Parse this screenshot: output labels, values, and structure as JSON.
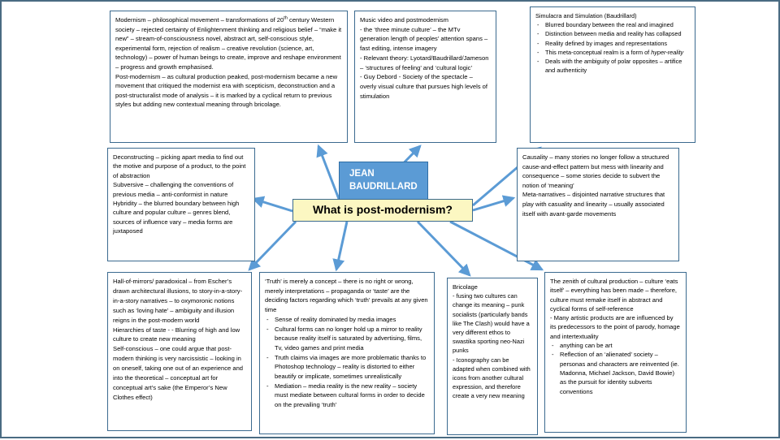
{
  "diagram": {
    "center": {
      "person_label_line1": "JEAN",
      "person_label_line2": "BAUDRILLARD",
      "question": "What is post-modernism?",
      "accent_blue": "#5B9BD5",
      "accent_yellow": "#FCF7C2",
      "border_blue": "#3b6a8f"
    },
    "nodes": {
      "modernism": {
        "name": "modernism-note",
        "paragraphs": [
          "Modernism – philosophical movement – transformations of 20th century Western society – rejected certainty of Enlightenment thinking and religious belief – “make it new” – stream-of-consciousness novel, abstract art, self-conscious style, experimental form, rejection of realism – creative revolution (science, art, technology) – power of human beings to create, improve and reshape environment – progress and growth emphasised.",
          "Post-modernism – as cultural production peaked, post-modernism became a new movement that critiqued the modernist era with scepticism, deconstruction and a post-structuralist mode of analysis – it is marked by a cyclical return to previous styles but adding new contextual meaning through bricolage."
        ]
      },
      "music_video": {
        "name": "music-video-note",
        "paragraphs": [
          "Music video and postmodernism",
          "- the ‘three minute culture’ – the MTv generation length of peoples’ attention spans – fast editing, intense imagery",
          "- Relevant theory: Lyotard/Baudrillard/Jameson – ‘structures of feeling’ and ‘cultural logic’",
          "- Guy Debord - Society of the spectacle – overly visual culture that pursues high levels of stimulation"
        ]
      },
      "simulacra": {
        "name": "simulacra-note",
        "title": "Simulacra and Simulation (Baudrillard)",
        "bullets": [
          "Blurred boundary between the real and imagined",
          "Distinction between media and reality has collapsed",
          "Reality defined by images and representations",
          "This meta-conceptual realm is a form of hyper-reality",
          "Deals with the ambiguity of polar opposites – artifice and authenticity"
        ],
        "italic_term": "hyper-reality"
      },
      "deconstructing": {
        "name": "deconstructing-note",
        "paragraphs": [
          "Deconstructing – picking apart media to find out the motive and purpose of a product, to the point of abstraction",
          "Subversive – challenging the conventions of previous media – anti-conformist in nature",
          "Hybridity – the blurred boundary between high culture and popular culture – genres blend, sources of influence vary – media forms are juxtaposed"
        ]
      },
      "causality": {
        "name": "causality-note",
        "paragraphs": [
          "Causality – many stories no longer follow a structured cause-and-effect pattern but mess with linearity and consequence – some stories decide to subvert the notion of ‘meaning’",
          "Meta-narratives – disjointed narrative structures that play with casuality and linearity – usually associated itself with avant-garde movements"
        ]
      },
      "hall_of_mirrors": {
        "name": "hall-of-mirrors-note",
        "paragraphs": [
          "Hall-of-mirrors/ paradoxical – from Escher’s drawn architectural illusions, to story-in-a-story-in-a-story narratives – to oxymoronic notions such as ‘loving hate’ – ambiguity and illusion reigns in the post-modern world",
          "Hierarchies of taste - - Blurring of high and low culture to create new meaning",
          "Self-conscious – one could argue that post-modern thinking is very narcissistic – looking in on oneself, taking one out of an experience and into the theoretical – conceptual art for conceptual art’s sake (the Emperor’s New Clothes effect)"
        ]
      },
      "truth": {
        "name": "truth-note",
        "intro": "‘Truth’ is merely a concept – there is no right or wrong, merely interpretations – propaganda or ‘taste’ are the deciding factors regarding which ‘truth’ prevails at any given time",
        "bullets": [
          "Sense of reality dominated by media images",
          "Cultural forms can no longer hold up a mirror to reality because reality itself is saturated by advertising, films, Tv, video games and print media",
          "Truth claims via images are more problematic thanks to Photoshop technology – reality is distorted to either beautify or implicate, sometimes unrealistically",
          "Mediation – media reality is the new reality – society must mediate between cultural forms in order to decide on the prevailing ‘truth’"
        ]
      },
      "bricolage": {
        "name": "bricolage-note",
        "paragraphs": [
          "Bricolage",
          "- fusing two cultures can change its meaning – punk socialists (particularly bands like The Clash) would have a very different ethos to swastika sporting neo-Nazi punks",
          "- Iconography can be adapted when combined with icons from another cultural expression, and therefore create a very new meaning"
        ]
      },
      "zenith": {
        "name": "zenith-note",
        "paragraphs": [
          "The zenith of cultural production – culture ‘eats itself’ – everything has been made – therefore, culture must remake itself in abstract and cyclical forms of self-reference",
          "- Many artistic products are are influenced by its predecessors to the point of parody, homage and intertextuality"
        ],
        "bullets": [
          "anything can be art",
          "Reflection of an ‘alienated’ society – personas and characters are reinvented (ie. Madonna, Michael Jackson, David Bowie) as the pursuit for identity subverts conventions"
        ]
      }
    }
  }
}
